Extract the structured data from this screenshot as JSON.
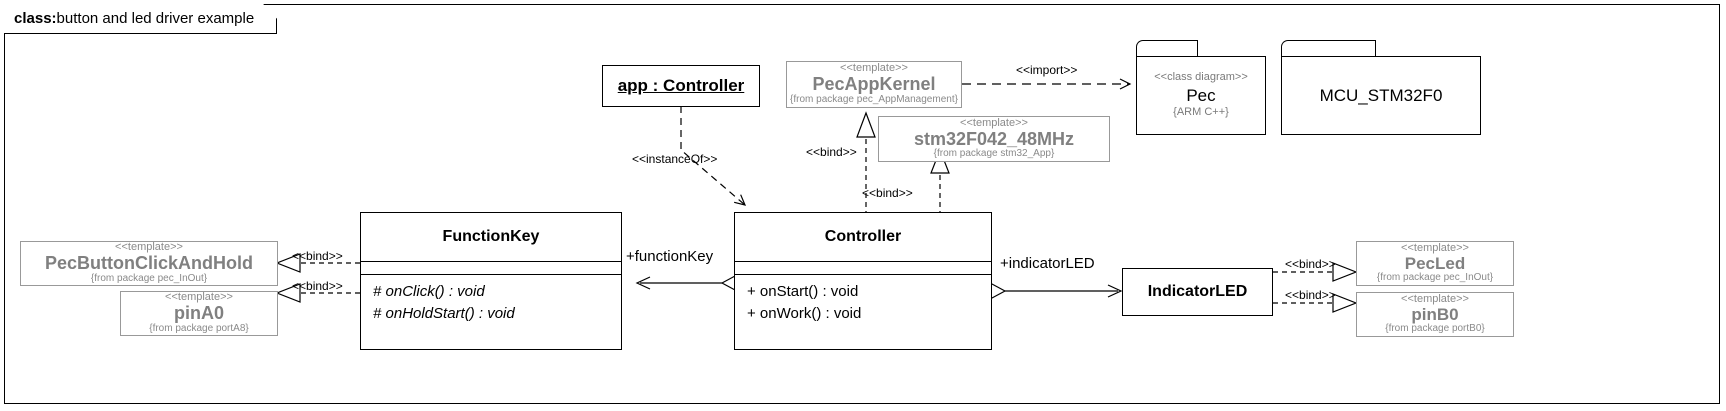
{
  "frame": {
    "keyword": "class:",
    "name": "button and led driver example"
  },
  "nodes": {
    "app_instance": {
      "label": "app : Controller"
    },
    "pec_app_kernel": {
      "stereotype": "<<template>>",
      "name": "PecAppKernel",
      "from": "{from package pec_AppManagement}"
    },
    "stm32_app": {
      "stereotype": "<<template>>",
      "name": "stm32F042_48MHz",
      "from": "{from package stm32_App}"
    },
    "pec_package": {
      "stereotype": "<<class diagram>>",
      "name": "Pec",
      "tag": "{ARM C++}"
    },
    "mcu_package": {
      "name": "MCU_STM32F0"
    },
    "pec_button": {
      "stereotype": "<<template>>",
      "name": "PecButtonClickAndHold",
      "from": "{from package pec_InOut}"
    },
    "pin_a0": {
      "stereotype": "<<template>>",
      "name": "pinA0",
      "from": "{from package portA8}"
    },
    "function_key": {
      "name": "FunctionKey",
      "operations": [
        "# onClick() : void",
        "# onHoldStart() : void"
      ]
    },
    "controller": {
      "name": "Controller",
      "operations": [
        "+ onStart() : void",
        "+ onWork() : void"
      ]
    },
    "indicator_led": {
      "name": "IndicatorLED"
    },
    "pec_led": {
      "stereotype": "<<template>>",
      "name": "PecLed",
      "from": "{from package pec_InOut}"
    },
    "pin_b0": {
      "stereotype": "<<template>>",
      "name": "pinB0",
      "from": "{from package portB0}"
    }
  },
  "edges": {
    "instance_of": "<<instanceOf>>",
    "import": "<<import>>",
    "bind_kernel": "<<bind>>",
    "bind_stm32": "<<bind>>",
    "bind_button": "<<bind>>",
    "bind_pin_a0": "<<bind>>",
    "bind_pec_led": "<<bind>>",
    "bind_pin_b0": "<<bind>>"
  },
  "roles": {
    "function_key": "+functionKey",
    "indicator_led": "+indicatorLED"
  },
  "colors": {
    "stroke": "#000000",
    "template_stroke": "#999999",
    "template_text": "#808080",
    "muted_text": "#7a7a7a",
    "background": "#ffffff"
  }
}
